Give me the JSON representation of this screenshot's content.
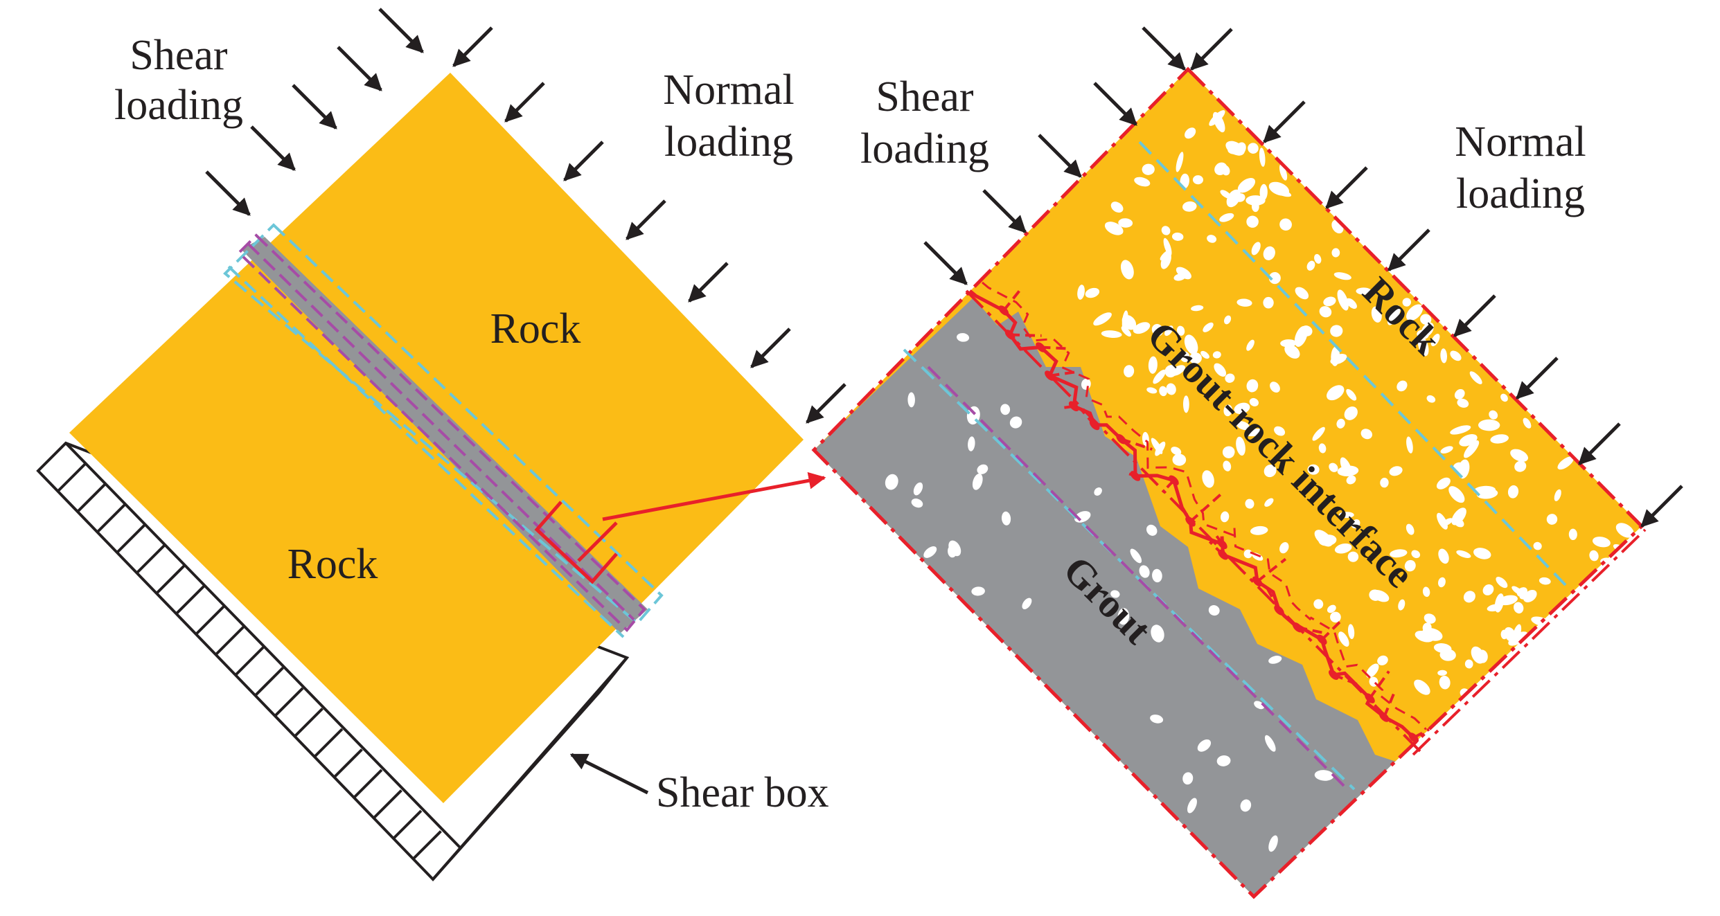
{
  "left_panel": {
    "shear_loading": [
      "Shear",
      "loading"
    ],
    "normal_loading": [
      "Normal",
      "loading"
    ],
    "rock_upper": "Rock",
    "rock_lower": "Rock",
    "shear_box": "Shear box"
  },
  "right_panel": {
    "shear_loading": [
      "Shear",
      "loading"
    ],
    "normal_loading": [
      "Normal",
      "loading"
    ],
    "rock": "Rock",
    "interface": "Grout-rock interface",
    "grout": "Grout"
  },
  "colors": {
    "rock": "#fbbc16",
    "grout": "#939598",
    "crack": "#e8202a",
    "cyan_dash": "#6cc6d8",
    "magenta_dash": "#a64ca6",
    "arrow": "#231f20",
    "pores": "#ffffff"
  }
}
